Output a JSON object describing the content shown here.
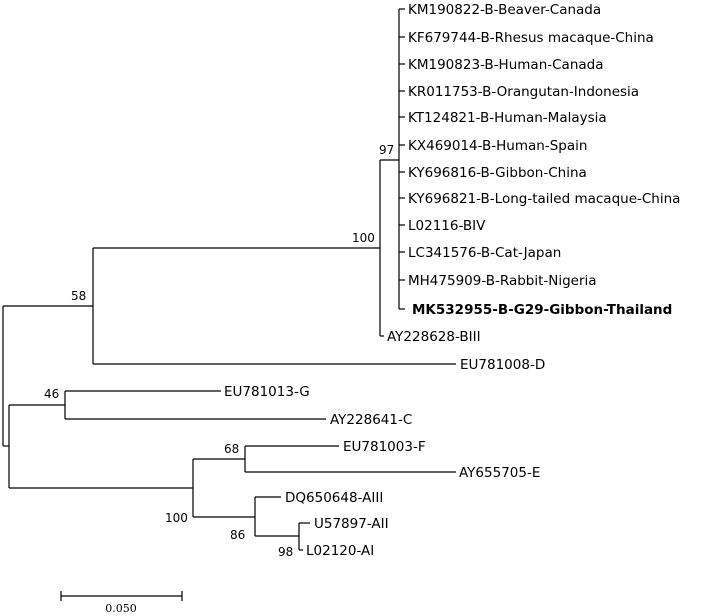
{
  "tree": {
    "leaves": [
      {
        "id": "KM190822",
        "label": "KM190822-B-Beaver-Canada",
        "bold": false
      },
      {
        "id": "KF679744",
        "label": "KF679744-B-Rhesus macaque-China",
        "bold": false
      },
      {
        "id": "KM190823",
        "label": "KM190823-B-Human-Canada",
        "bold": false
      },
      {
        "id": "KR011753",
        "label": "KR011753-B-Orangutan-Indonesia",
        "bold": false
      },
      {
        "id": "KT124821",
        "label": "KT124821-B-Human-Malaysia",
        "bold": false
      },
      {
        "id": "KX469014",
        "label": "KX469014-B-Human-Spain",
        "bold": false
      },
      {
        "id": "KY696816",
        "label": "KY696816-B-Gibbon-China",
        "bold": false
      },
      {
        "id": "KY696821",
        "label": "KY696821-B-Long-tailed macaque-China",
        "bold": false
      },
      {
        "id": "L02116",
        "label": "L02116-BIV",
        "bold": false
      },
      {
        "id": "LC341576",
        "label": "LC341576-B-Cat-Japan",
        "bold": false
      },
      {
        "id": "MH475909",
        "label": "MH475909-B-Rabbit-Nigeria",
        "bold": false
      },
      {
        "id": "MK532955",
        "label": "MK532955-B-G29-Gibbon-Thailand",
        "bold": true
      },
      {
        "id": "AY228628",
        "label": "AY228628-BIII",
        "bold": false
      },
      {
        "id": "EU781008",
        "label": "EU781008-D",
        "bold": false
      },
      {
        "id": "EU781013",
        "label": "EU781013-G",
        "bold": false
      },
      {
        "id": "AY228641",
        "label": "AY228641-C",
        "bold": false
      },
      {
        "id": "EU781003",
        "label": "EU781003-F",
        "bold": false
      },
      {
        "id": "AY655705",
        "label": "AY655705-E",
        "bold": false
      },
      {
        "id": "DQ650648",
        "label": "DQ650648-AIII",
        "bold": false
      },
      {
        "id": "U57897",
        "label": "U57897-AII",
        "bold": false
      },
      {
        "id": "L02120",
        "label": "L02120-AI",
        "bold": false
      }
    ],
    "bootstrap": {
      "assemblage_b_inner": "97",
      "assemblage_b": "100",
      "bd_clade": "58",
      "g_c_clade": "46",
      "f_e_clade": "68",
      "a_f_e_clade": "100",
      "a_clade": "86",
      "ai_aii_clade": "98"
    }
  },
  "scale_bar": {
    "label": "0.050"
  }
}
